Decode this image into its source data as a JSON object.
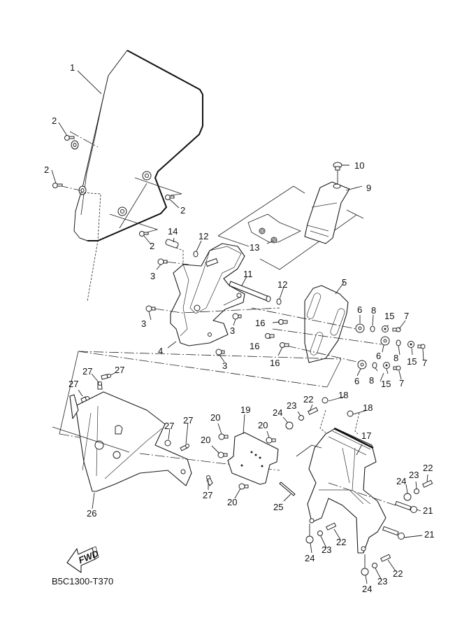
{
  "diagram": {
    "title": "Windshield / Meter Bracket Exploded Parts Diagram",
    "diagram_code": "B5C1300-T370",
    "direction_marker": "FWD",
    "callouts": [
      {
        "id": "c1",
        "label": "1"
      },
      {
        "id": "c2a",
        "label": "2"
      },
      {
        "id": "c2b",
        "label": "2"
      },
      {
        "id": "c2c",
        "label": "2"
      },
      {
        "id": "c2d",
        "label": "2"
      },
      {
        "id": "c3a",
        "label": "3"
      },
      {
        "id": "c3b",
        "label": "3"
      },
      {
        "id": "c3c",
        "label": "3"
      },
      {
        "id": "c3d",
        "label": "3"
      },
      {
        "id": "c4",
        "label": "4"
      },
      {
        "id": "c5",
        "label": "5"
      },
      {
        "id": "c6a",
        "label": "6"
      },
      {
        "id": "c6b",
        "label": "6"
      },
      {
        "id": "c6c",
        "label": "6"
      },
      {
        "id": "c7a",
        "label": "7"
      },
      {
        "id": "c7b",
        "label": "7"
      },
      {
        "id": "c7c",
        "label": "7"
      },
      {
        "id": "c8a",
        "label": "8"
      },
      {
        "id": "c8b",
        "label": "8"
      },
      {
        "id": "c8c",
        "label": "8"
      },
      {
        "id": "c9",
        "label": "9"
      },
      {
        "id": "c10",
        "label": "10"
      },
      {
        "id": "c11",
        "label": "11"
      },
      {
        "id": "c12a",
        "label": "12"
      },
      {
        "id": "c12b",
        "label": "12"
      },
      {
        "id": "c13",
        "label": "13"
      },
      {
        "id": "c14",
        "label": "14"
      },
      {
        "id": "c15a",
        "label": "15"
      },
      {
        "id": "c15b",
        "label": "15"
      },
      {
        "id": "c15c",
        "label": "15"
      },
      {
        "id": "c16a",
        "label": "16"
      },
      {
        "id": "c16b",
        "label": "16"
      },
      {
        "id": "c16c",
        "label": "16"
      },
      {
        "id": "c17",
        "label": "17"
      },
      {
        "id": "c18a",
        "label": "18"
      },
      {
        "id": "c18b",
        "label": "18"
      },
      {
        "id": "c19",
        "label": "19"
      },
      {
        "id": "c20a",
        "label": "20"
      },
      {
        "id": "c20b",
        "label": "20"
      },
      {
        "id": "c20c",
        "label": "20"
      },
      {
        "id": "c20d",
        "label": "20"
      },
      {
        "id": "c21a",
        "label": "21"
      },
      {
        "id": "c21b",
        "label": "21"
      },
      {
        "id": "c22a",
        "label": "22"
      },
      {
        "id": "c22b",
        "label": "22"
      },
      {
        "id": "c22c",
        "label": "22"
      },
      {
        "id": "c22d",
        "label": "22"
      },
      {
        "id": "c23a",
        "label": "23"
      },
      {
        "id": "c23b",
        "label": "23"
      },
      {
        "id": "c23c",
        "label": "23"
      },
      {
        "id": "c23d",
        "label": "23"
      },
      {
        "id": "c24a",
        "label": "24"
      },
      {
        "id": "c24b",
        "label": "24"
      },
      {
        "id": "c24c",
        "label": "24"
      },
      {
        "id": "c24d",
        "label": "24"
      },
      {
        "id": "c25",
        "label": "25"
      },
      {
        "id": "c26",
        "label": "26"
      },
      {
        "id": "c27a",
        "label": "27"
      },
      {
        "id": "c27b",
        "label": "27"
      },
      {
        "id": "c27c",
        "label": "27"
      },
      {
        "id": "c27d",
        "label": "27"
      },
      {
        "id": "c27e",
        "label": "27"
      },
      {
        "id": "c27f",
        "label": "27"
      }
    ]
  }
}
